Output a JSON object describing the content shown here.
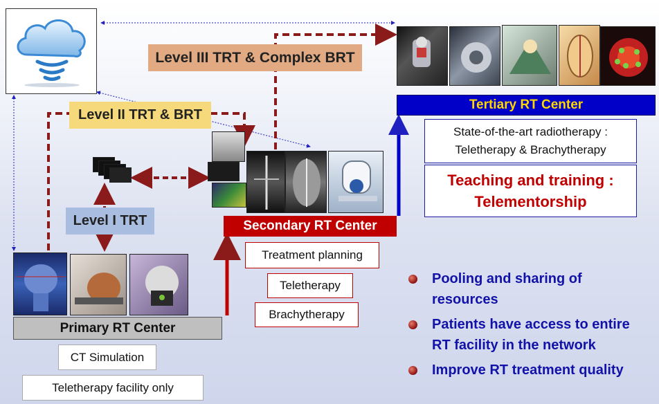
{
  "levels": {
    "level3": "Level III TRT &  Complex BRT",
    "level2": "Level II TRT & BRT",
    "level1": "Level I TRT"
  },
  "centers": {
    "primary": {
      "title": "Primary RT Center",
      "services": [
        "CT Simulation",
        "Teletherapy facility only"
      ]
    },
    "secondary": {
      "title": "Secondary RT Center",
      "services": [
        "Treatment planning",
        "Teletherapy",
        "Brachytherapy"
      ]
    },
    "tertiary": {
      "title": "Tertiary RT Center",
      "description": "State-of-the-art radiotherapy : Teletherapy & Brachytherapy",
      "teaching": "Teaching and training : Telementorship"
    }
  },
  "benefits": [
    "Pooling and sharing of resources",
    "Patients have access to entire RT facility in the network",
    "Improve RT treatment quality"
  ],
  "icons": {
    "cloud": "cloud-icon",
    "bullet": "bullet-dot-icon"
  },
  "colors": {
    "arrow_dashed": "#8b1a1a",
    "arrow_dotted": "#2020c0",
    "primary_bar": "#bfbfbf",
    "secondary_bar": "#c00000",
    "tertiary_bar": "#0000c8",
    "tertiary_title": "#ffd700",
    "teaching_text": "#c00000",
    "bullet_text": "#1212a8"
  }
}
